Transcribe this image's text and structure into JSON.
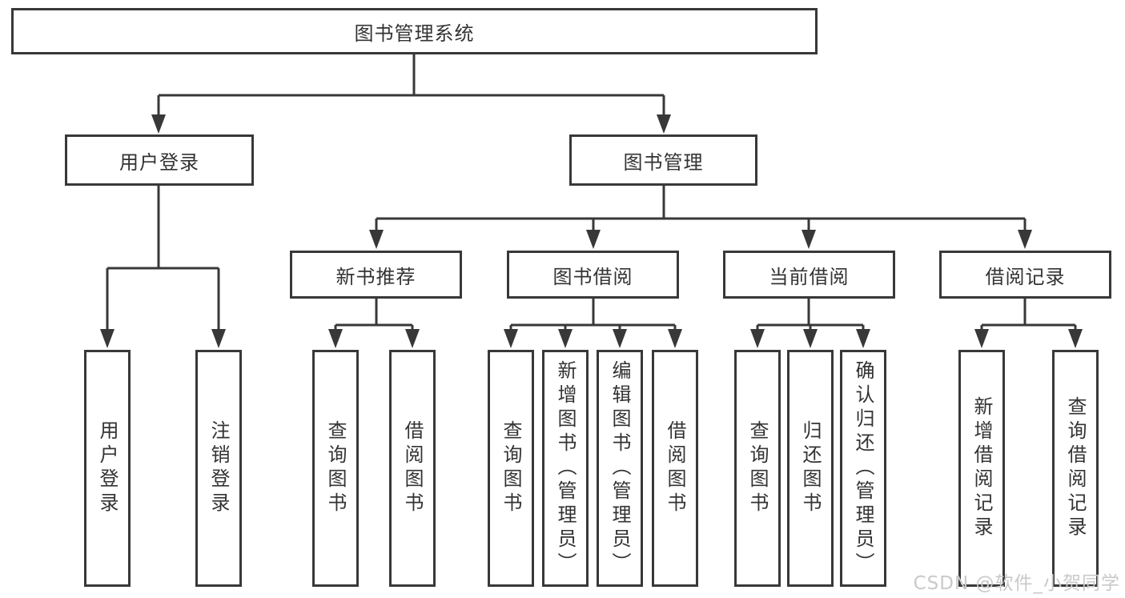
{
  "colors": {
    "background": "#ffffff",
    "border": "#383838",
    "line": "#383838",
    "text": "#333333",
    "watermark": "#c9c9c9"
  },
  "watermark": {
    "text": "CSDN @软件_小贺同学"
  },
  "tree": {
    "label": "图书管理系统",
    "children": [
      {
        "label": "用户登录",
        "children": [
          {
            "label": "用户登录"
          },
          {
            "label": "注销登录"
          }
        ]
      },
      {
        "label": "图书管理",
        "children": [
          {
            "label": "新书推荐",
            "children": [
              {
                "label": "查询图书"
              },
              {
                "label": "借阅图书"
              }
            ]
          },
          {
            "label": "图书借阅",
            "children": [
              {
                "label": "查询图书"
              },
              {
                "label": "新增图书（管理员）"
              },
              {
                "label": "编辑图书（管理员）"
              },
              {
                "label": "借阅图书"
              }
            ]
          },
          {
            "label": "当前借阅",
            "children": [
              {
                "label": "查询图书"
              },
              {
                "label": "归还图书"
              },
              {
                "label": "确认归还（管理员）"
              }
            ]
          },
          {
            "label": "借阅记录",
            "children": [
              {
                "label": "新增借阅记录"
              },
              {
                "label": "查询借阅记录"
              }
            ]
          }
        ]
      }
    ]
  }
}
